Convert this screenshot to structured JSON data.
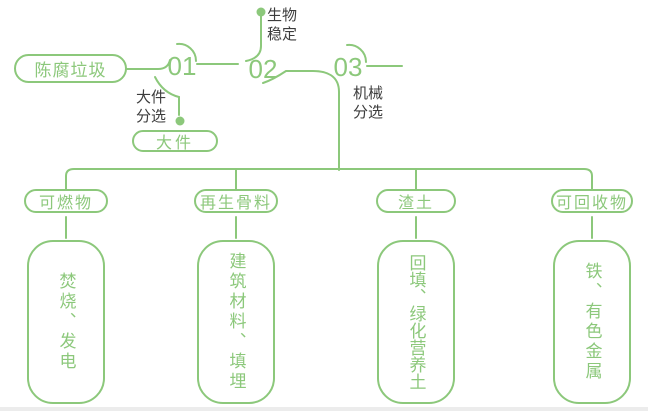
{
  "palette": {
    "green": "#8CC87B",
    "text_dark": "#3C3C3C",
    "strip_grey": "#ECECEC",
    "background": "#FFFFFF"
  },
  "flow": {
    "source_label": "陈腐垃圾",
    "steps": [
      {
        "number": "01",
        "branch_label_line1": "大件",
        "branch_label_line2": "分选",
        "branch_output": "大件"
      },
      {
        "number": "02",
        "branch_label_line1": "生物",
        "branch_label_line2": "稳定"
      },
      {
        "number": "03",
        "branch_label_line1": "机械",
        "branch_label_line2": "分选"
      }
    ],
    "categories": [
      {
        "name": "可燃物",
        "detail": "焚烧、发电"
      },
      {
        "name": "再生骨料",
        "detail": "建筑材料、填埋"
      },
      {
        "name": "渣土",
        "detail": "回填、绿化营养土"
      },
      {
        "name": "可回收物",
        "detail": "铁、有色金属"
      }
    ]
  }
}
